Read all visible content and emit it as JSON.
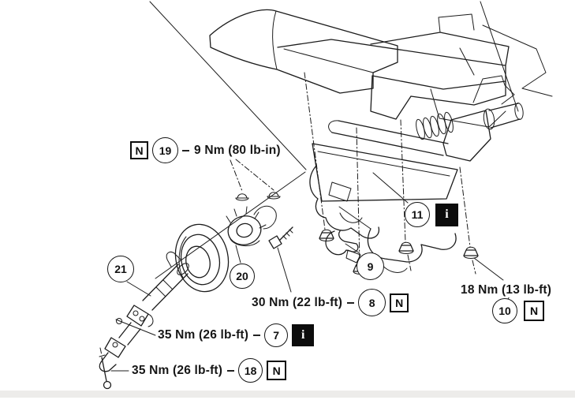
{
  "figure": {
    "type": "exploded-parts-diagram",
    "subject": "Steering column assembly exploded view",
    "background_color": "#ffffff",
    "line_color": "#1c1c1c",
    "footer_strip_color": "#edecea"
  },
  "callouts": {
    "c19": {
      "flag": "N",
      "number": "19",
      "torque": "9 Nm (80 lb-in)"
    },
    "c21": {
      "number": "21"
    },
    "c20": {
      "number": "20"
    },
    "c9": {
      "number": "9"
    },
    "c11": {
      "number": "11",
      "flag": "i"
    },
    "c8": {
      "torque": "30 Nm (22 lb-ft)",
      "number": "8",
      "flag": "N"
    },
    "c10": {
      "torque": "18 Nm (13 lb-ft)",
      "number": "10",
      "flag": "N"
    },
    "c7": {
      "torque": "35 Nm (26 lb-ft)",
      "number": "7",
      "flag": "i"
    },
    "c18": {
      "torque": "35 Nm (26 lb-ft)",
      "number": "18",
      "flag": "N"
    }
  }
}
